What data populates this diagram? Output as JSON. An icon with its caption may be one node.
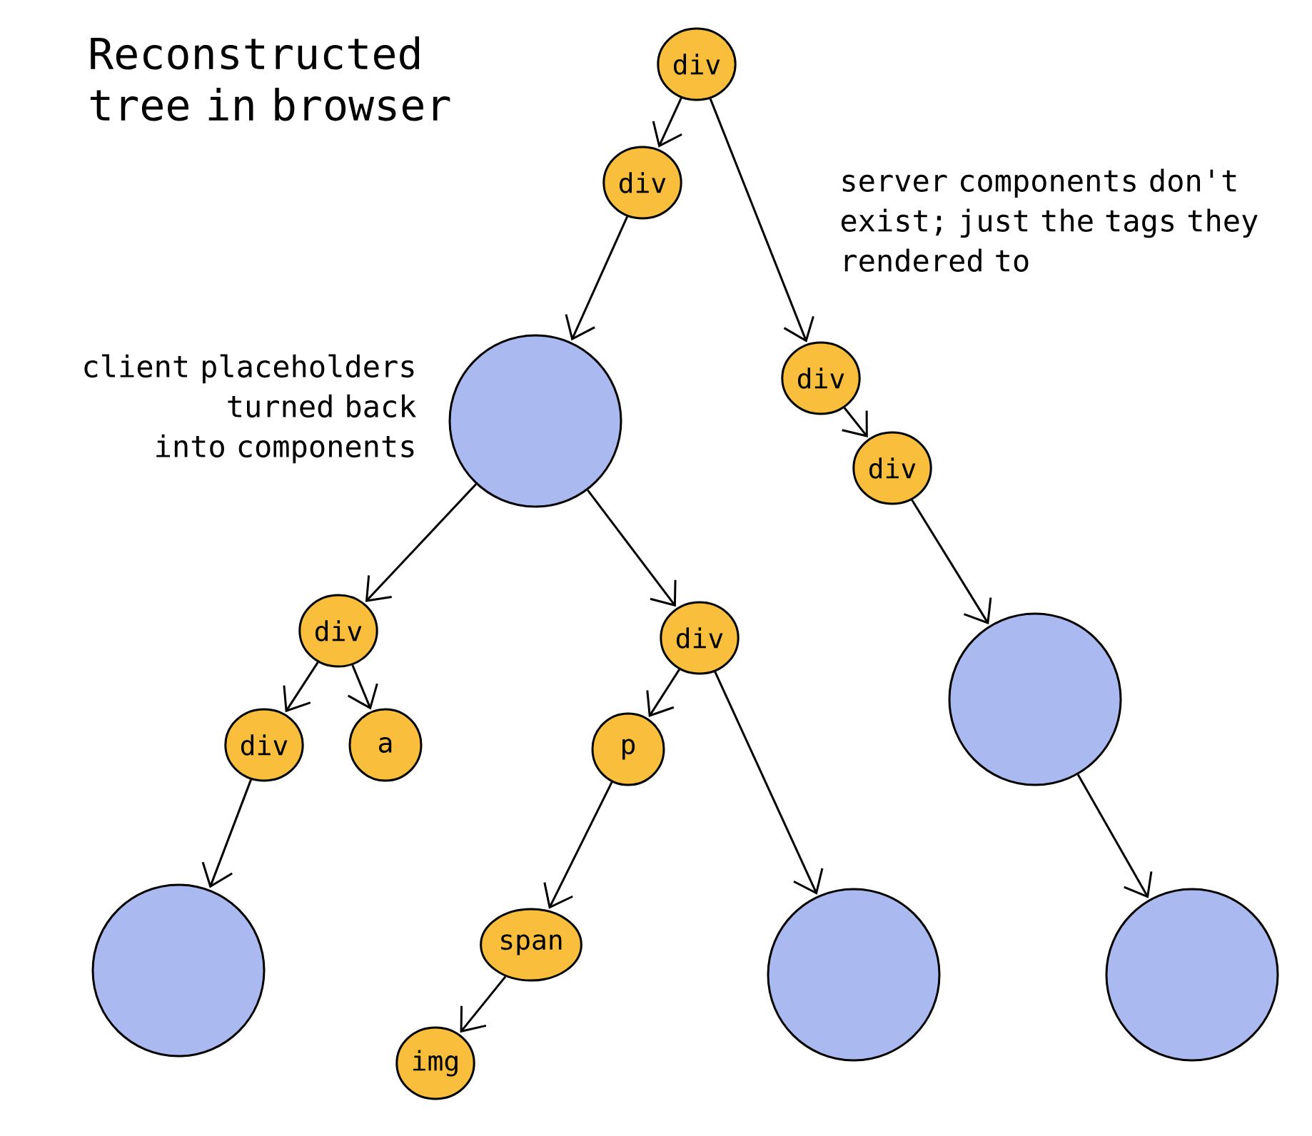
{
  "diagram": {
    "title": "Reconstructed tree in browser",
    "nodes": [
      {
        "text": [
          "div"
        ]
      },
      {
        "text": [
          "div"
        ]
      },
      {
        "text": [],
        "shape": "circle"
      },
      {
        "text": [
          "div"
        ]
      },
      {
        "text": [
          "div"
        ]
      },
      {
        "text": [
          "div"
        ]
      },
      {
        "text": [
          "div"
        ]
      },
      {
        "text": [],
        "shape": "circle"
      },
      {
        "text": [
          "div"
        ]
      },
      {
        "text": [
          "a"
        ]
      },
      {
        "text": [
          "p"
        ]
      },
      {
        "text": [],
        "shape": "circle"
      },
      {
        "text": [
          "span"
        ]
      },
      {
        "text": [],
        "shape": "circle"
      },
      {
        "text": [],
        "shape": "circle"
      },
      {
        "text": [
          "img"
        ]
      }
    ],
    "edges": [
      {
        "from": 0,
        "to": 1,
        "arrow": "to"
      },
      {
        "from": 0,
        "to": 3,
        "arrow": "to"
      },
      {
        "from": 1,
        "to": 2,
        "arrow": "to"
      },
      {
        "from": 2,
        "to": 5,
        "arrow": "to"
      },
      {
        "from": 2,
        "to": 6,
        "arrow": "to"
      },
      {
        "from": 3,
        "to": 4,
        "arrow": "to"
      },
      {
        "from": 4,
        "to": 7,
        "arrow": "to"
      },
      {
        "from": 5,
        "to": 8,
        "arrow": "to"
      },
      {
        "from": 5,
        "to": 9,
        "arrow": "to"
      },
      {
        "from": 6,
        "to": 10,
        "arrow": "to"
      },
      {
        "from": 6,
        "to": 13,
        "arrow": "to"
      },
      {
        "from": 8,
        "to": 11,
        "arrow": "to"
      },
      {
        "from": 10,
        "to": 12,
        "arrow": "to"
      },
      {
        "from": 12,
        "to": 15,
        "arrow": "to"
      },
      {
        "from": 7,
        "to": 14,
        "arrow": "to"
      }
    ],
    "labels": [
      "client placeholders turned back into components",
      "server components don't exist; just the tags they rendered to"
    ]
  }
}
